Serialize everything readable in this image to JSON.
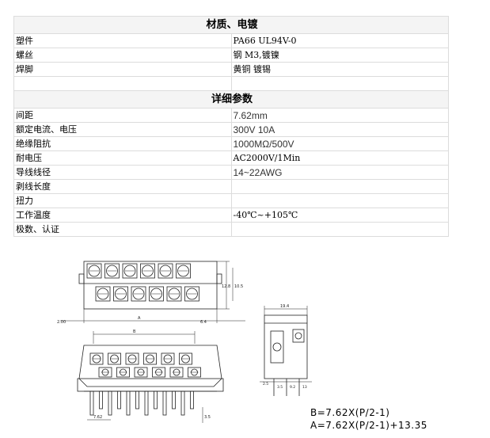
{
  "sections": [
    {
      "title": "材质、电镀",
      "rows": [
        {
          "label": "塑件",
          "value": "PA66 UL94V-0"
        },
        {
          "label": "螺丝",
          "value": "钢 M3,镀镍"
        },
        {
          "label": "焊脚",
          "value": "黄铜 镀锡"
        },
        {
          "label": "",
          "value": ""
        }
      ]
    },
    {
      "title": "详细参数",
      "rows": [
        {
          "label": "间距",
          "value": "7.62mm"
        },
        {
          "label": "额定电流、电压",
          "value": "300V 10A"
        },
        {
          "label": "绝缘阻抗",
          "value": "1000MΩ/500V"
        },
        {
          "label": "耐电压",
          "value": "AC2000V/1Min"
        },
        {
          "label": "导线线径",
          "value": "14~22AWG"
        },
        {
          "label": "剥线长度",
          "value": ""
        },
        {
          "label": "扭力",
          "value": ""
        },
        {
          "label": "工作温度",
          "value": "-40℃~+105℃"
        },
        {
          "label": "极数、认证",
          "value": ""
        }
      ]
    }
  ],
  "drawing": {
    "dim_labels": {
      "overall": "2.00",
      "a": "A",
      "b": "B",
      "right_a": "6.4",
      "height_a": "12.8",
      "height_b": "10.5",
      "pitch": "7.62",
      "pin_len": "3.5",
      "side_width": "19.4",
      "side_d1": "3.5",
      "side_d2": "9.2",
      "side_d3": "13",
      "side_h": "2.5"
    },
    "formulas": {
      "b": "B=7.62X(P/2-1)",
      "a": "A=7.62X(P/2-1)+13.35"
    }
  }
}
